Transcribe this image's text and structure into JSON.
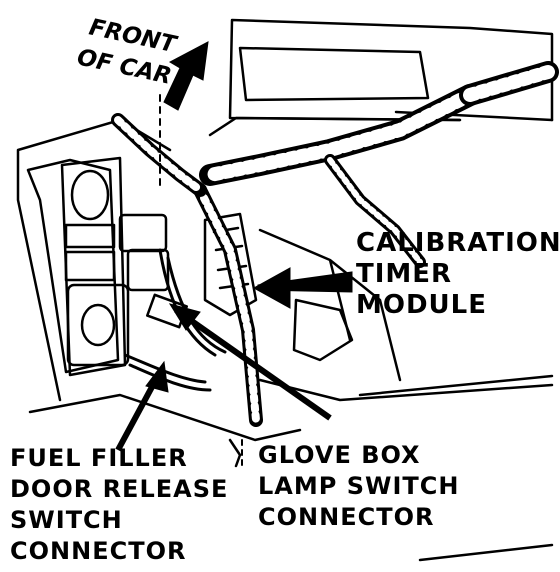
{
  "labels": {
    "front_of_car": [
      "FRONT",
      "OF CAR"
    ],
    "calibration_timer_module": [
      "CALIBRATION",
      "TIMER",
      "MODULE"
    ],
    "fuel_filler_connector": [
      "FUEL FILLER",
      "DOOR RELEASE",
      "SWITCH",
      "CONNECTOR"
    ],
    "glove_box_connector": [
      "GLOVE BOX",
      "LAMP SWITCH",
      "CONNECTOR"
    ]
  }
}
